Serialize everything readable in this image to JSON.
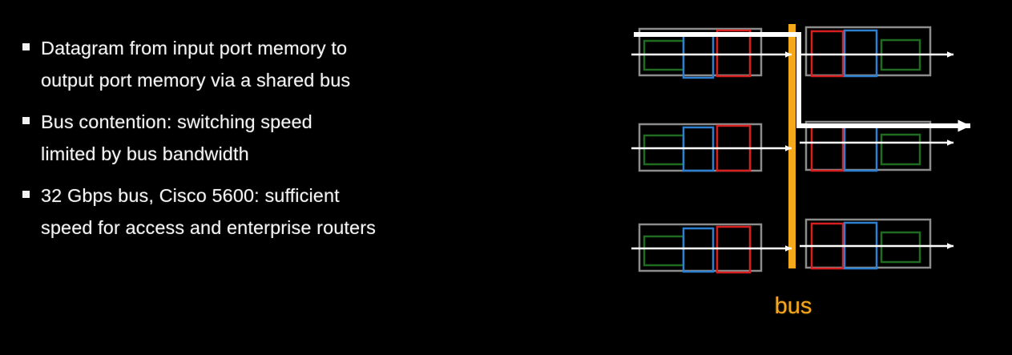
{
  "slide": {
    "background_color": "#000000",
    "text_color": "#f4f4f4",
    "accent_color": "#f6a81b"
  },
  "bullets": {
    "marker": "white-square-bullet",
    "items": [
      {
        "text": "Datagram from input port memory to\noutput port memory via a shared bus"
      },
      {
        "text": "Bus contention:  switching speed\nlimited by bus bandwidth"
      },
      {
        "text": "32 Gbps bus, Cisco 5600:  sufficient\nspeed for access and enterprise routers"
      }
    ]
  },
  "diagram": {
    "bus_label": "bus",
    "bus_color": "#f6a81b",
    "line_color": "#ffffff",
    "port_frame_color": "#8c8c8c",
    "queue_colors": {
      "green": "#1f6b1f",
      "blue": "#2f7fd0",
      "red": "#d81f1f"
    },
    "input_ports": [
      {
        "name": "input-port-1",
        "queue_order": [
          "green",
          "blue",
          "red"
        ]
      },
      {
        "name": "input-port-2",
        "queue_order": [
          "green",
          "blue",
          "red"
        ]
      },
      {
        "name": "input-port-3",
        "queue_order": [
          "green",
          "blue",
          "red"
        ]
      }
    ],
    "output_ports": [
      {
        "name": "output-port-1",
        "queue_order": [
          "red",
          "blue",
          "green"
        ]
      },
      {
        "name": "output-port-2",
        "queue_order": [
          "red",
          "blue",
          "green"
        ]
      },
      {
        "name": "output-port-3",
        "queue_order": [
          "red",
          "blue",
          "green"
        ]
      }
    ],
    "datagram_path": {
      "name": "highlighted-datagram-path",
      "description": "input port 1 to output port 2 across the bus"
    }
  }
}
